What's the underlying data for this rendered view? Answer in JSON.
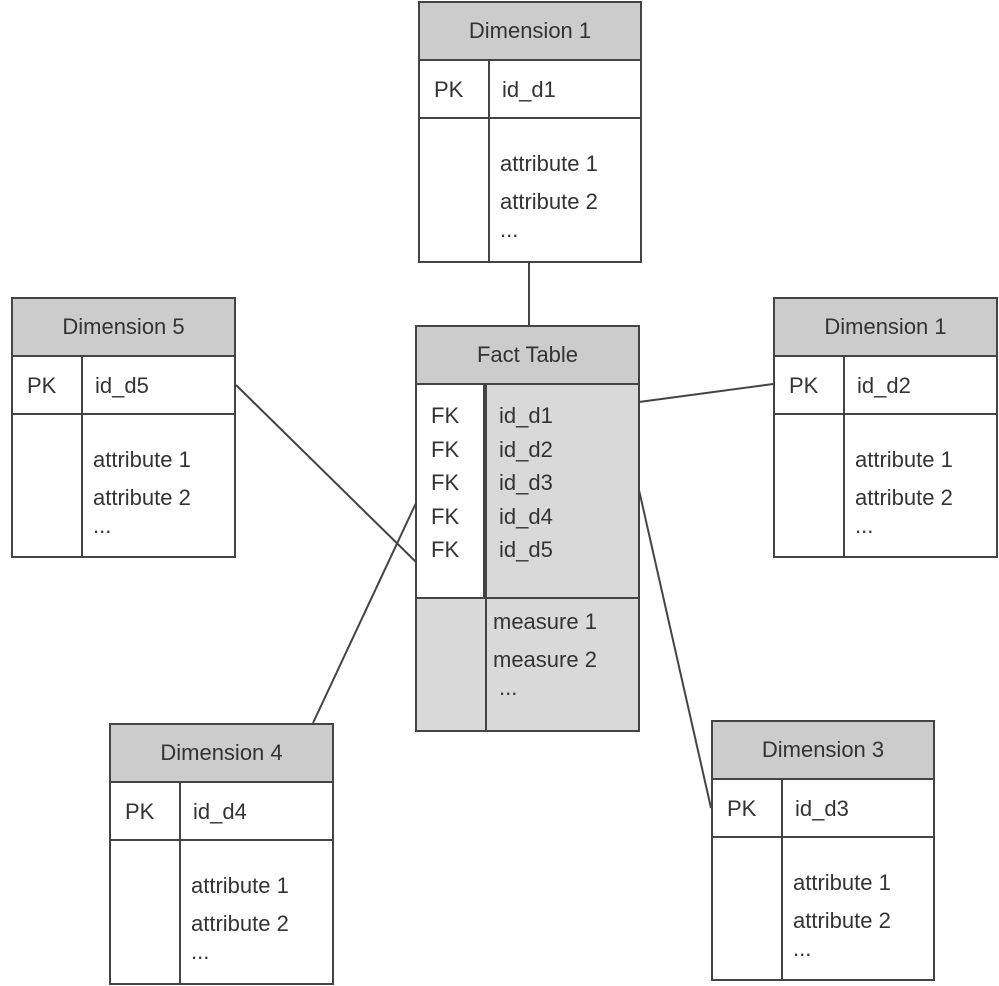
{
  "fact": {
    "title": "Fact Table",
    "fk_label": "FK",
    "fk_ids": [
      "id_d1",
      "id_d2",
      "id_d3",
      "id_d4",
      "id_d5"
    ],
    "measures": [
      "measure 1",
      "measure 2",
      "..."
    ]
  },
  "dimensions": {
    "top": {
      "title": "Dimension 1",
      "pk": "PK",
      "id": "id_d1",
      "attributes": [
        "attribute 1",
        "attribute 2",
        "..."
      ]
    },
    "left": {
      "title": "Dimension 5",
      "pk": "PK",
      "id": "id_d5",
      "attributes": [
        "attribute 1",
        "attribute 2",
        "..."
      ]
    },
    "right": {
      "title": "Dimension 1",
      "pk": "PK",
      "id": "id_d2",
      "attributes": [
        "attribute 1",
        "attribute 2",
        "..."
      ]
    },
    "bottom_left": {
      "title": "Dimension 4",
      "pk": "PK",
      "id": "id_d4",
      "attributes": [
        "attribute 1",
        "attribute 2",
        "..."
      ]
    },
    "bottom_right": {
      "title": "Dimension 3",
      "pk": "PK",
      "id": "id_d3",
      "attributes": [
        "attribute 1",
        "attribute 2",
        "..."
      ]
    }
  },
  "colors": {
    "header_fill": "#cccccc",
    "fact_fill": "#d9d9d9",
    "line": "#444444"
  }
}
